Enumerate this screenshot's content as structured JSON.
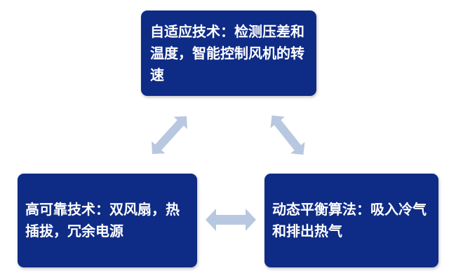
{
  "colors": {
    "box_fill": "#0E2B85",
    "box_text": "#FFFFFF",
    "arrow_fill": "#B8C8E0"
  },
  "boxes": {
    "top": "自适应技术：检测压差和温度，智能控制风机的转速",
    "left": "高可靠技术：双风扇，热插拔，冗余电源",
    "right": "动态平衡算法：吸入冷气和排出热气"
  }
}
